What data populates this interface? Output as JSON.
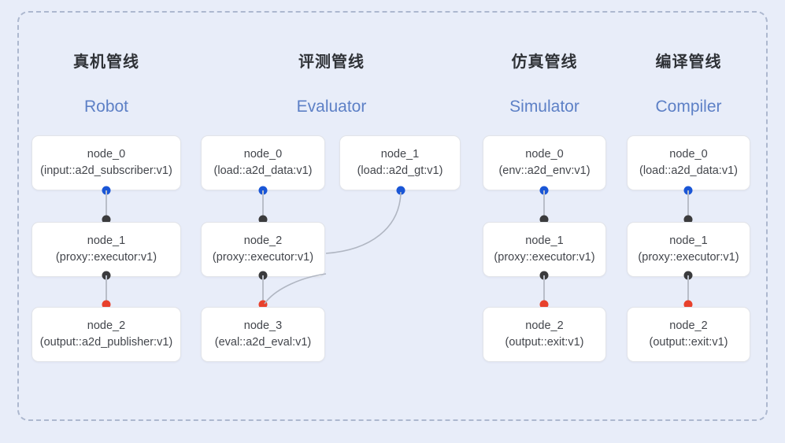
{
  "diagram": {
    "background_color": "#e8edf9",
    "frame_border_color": "#adb8cf",
    "accent_colors": {
      "subtitle": "#5d80c6",
      "port_start": "#1a56d6",
      "port_mid": "#3b3b3d",
      "port_end": "#e8412c",
      "edge": "#b0b6c2"
    }
  },
  "columns": [
    {
      "id": "robot",
      "title_cn": "真机管线",
      "title_en": "Robot",
      "nodes": [
        {
          "name": "node_0",
          "type": "(input::a2d_subscriber:v1)"
        },
        {
          "name": "node_1",
          "type": "(proxy::executor:v1)"
        },
        {
          "name": "node_2",
          "type": "(output::a2d_publisher:v1)"
        }
      ]
    },
    {
      "id": "evaluator",
      "title_cn": "评测管线",
      "title_en": "Evaluator",
      "nodes": [
        {
          "name": "node_0",
          "type": "(load::a2d_data:v1)"
        },
        {
          "name": "node_2",
          "type": "(proxy::executor:v1)"
        },
        {
          "name": "node_3",
          "type": "(eval::a2d_eval:v1)"
        }
      ],
      "side_nodes": [
        {
          "name": "node_1",
          "type": "(load::a2d_gt:v1)"
        }
      ]
    },
    {
      "id": "simulator",
      "title_cn": "仿真管线",
      "title_en": "Simulator",
      "nodes": [
        {
          "name": "node_0",
          "type": "(env::a2d_env:v1)"
        },
        {
          "name": "node_1",
          "type": "(proxy::executor:v1)"
        },
        {
          "name": "node_2",
          "type": "(output::exit:v1)"
        }
      ]
    },
    {
      "id": "compiler",
      "title_cn": "编译管线",
      "title_en": "Compiler",
      "nodes": [
        {
          "name": "node_0",
          "type": "(load::a2d_data:v1)"
        },
        {
          "name": "node_1",
          "type": "(proxy::executor:v1)"
        },
        {
          "name": "node_2",
          "type": "(output::exit:v1)"
        }
      ]
    }
  ]
}
